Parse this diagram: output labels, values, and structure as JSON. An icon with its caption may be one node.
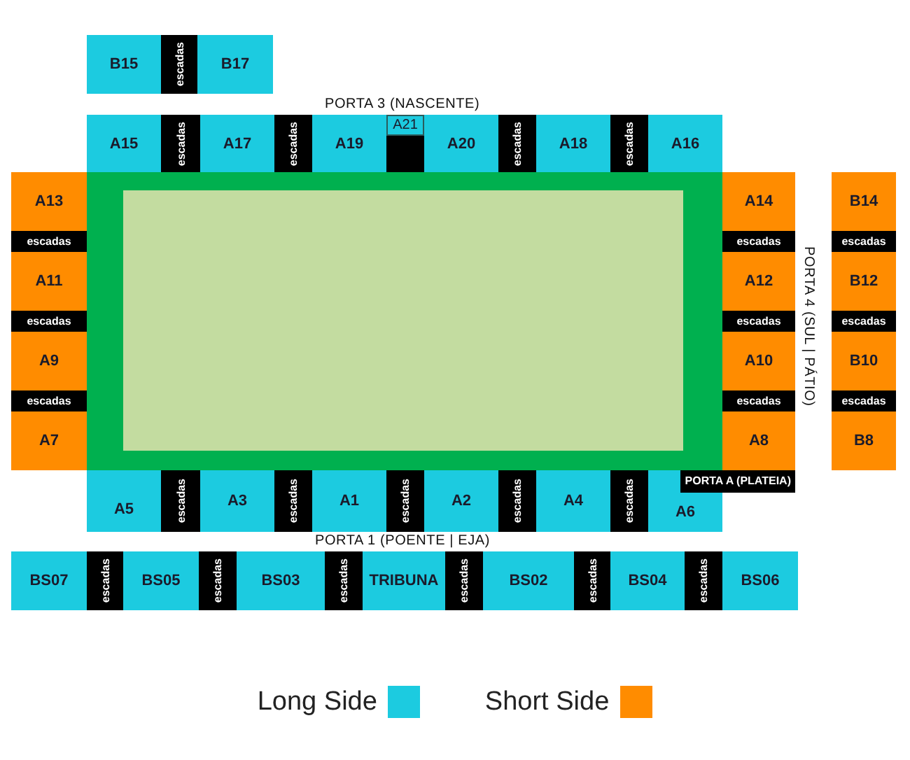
{
  "diagram": {
    "nodes": [
      {
        "text": [
          "B15"
        ]
      },
      {
        "text": [
          "escadas"
        ]
      },
      {
        "text": [
          "B17"
        ]
      },
      {
        "text": [
          "A15"
        ]
      },
      {
        "text": [
          "escadas"
        ]
      },
      {
        "text": [
          "A17"
        ]
      },
      {
        "text": [
          "escadas"
        ]
      },
      {
        "text": [
          "A19"
        ]
      },
      {
        "text": [
          "A21"
        ]
      },
      {
        "text": [
          "A20"
        ]
      },
      {
        "text": [
          "escadas"
        ]
      },
      {
        "text": [
          "A18"
        ]
      },
      {
        "text": [
          "escadas"
        ]
      },
      {
        "text": [
          "A16"
        ]
      },
      {
        "text": [
          "A13"
        ]
      },
      {
        "text": [
          "A14"
        ]
      },
      {
        "text": [
          "B14"
        ]
      },
      {
        "text": [
          "escadas"
        ]
      },
      {
        "text": [
          "escadas"
        ]
      },
      {
        "text": [
          "escadas"
        ]
      },
      {
        "text": [
          "A11"
        ]
      },
      {
        "text": [
          "A12"
        ]
      },
      {
        "text": [
          "B12"
        ]
      },
      {
        "text": [
          "escadas"
        ]
      },
      {
        "text": [
          "escadas"
        ]
      },
      {
        "text": [
          "escadas"
        ]
      },
      {
        "text": [
          "A9"
        ]
      },
      {
        "text": [
          "A10"
        ]
      },
      {
        "text": [
          "B10"
        ]
      },
      {
        "text": [
          "escadas"
        ]
      },
      {
        "text": [
          "escadas"
        ]
      },
      {
        "text": [
          "escadas"
        ]
      },
      {
        "text": [
          "A7"
        ]
      },
      {
        "text": [
          "A8"
        ]
      },
      {
        "text": [
          "B8"
        ]
      },
      {
        "text": [
          "A5"
        ]
      },
      {
        "text": [
          "escadas"
        ]
      },
      {
        "text": [
          "A3"
        ]
      },
      {
        "text": [
          "escadas"
        ]
      },
      {
        "text": [
          "A1"
        ]
      },
      {
        "text": [
          "escadas"
        ]
      },
      {
        "text": [
          "A2"
        ]
      },
      {
        "text": [
          "escadas"
        ]
      },
      {
        "text": [
          "A4"
        ]
      },
      {
        "text": [
          "escadas"
        ]
      },
      {
        "text": [
          "A6"
        ]
      },
      {
        "text": [
          "BS07"
        ]
      },
      {
        "text": [
          "escadas"
        ]
      },
      {
        "text": [
          "BS05"
        ]
      },
      {
        "text": [
          "escadas"
        ]
      },
      {
        "text": [
          "BS03"
        ]
      },
      {
        "text": [
          "escadas"
        ]
      },
      {
        "text": [
          "TRIBUNA"
        ]
      },
      {
        "text": [
          "escadas"
        ]
      },
      {
        "text": [
          "BS02"
        ]
      },
      {
        "text": [
          "escadas"
        ]
      },
      {
        "text": [
          "BS04"
        ]
      },
      {
        "text": [
          "escadas"
        ]
      },
      {
        "text": [
          "BS06"
        ]
      }
    ],
    "labels": [
      "PORTA 3 (NASCENTE)",
      "PORTA 4 (SUL | PÁTIO)",
      "PORTA A (PLATEIA)",
      "PORTA 1 (POENTE | EJA)"
    ],
    "legend": [
      {
        "text": "Long Side",
        "color": "#1ccbe0"
      },
      {
        "text": "Short Side",
        "color": "#ff8c00"
      }
    ]
  }
}
